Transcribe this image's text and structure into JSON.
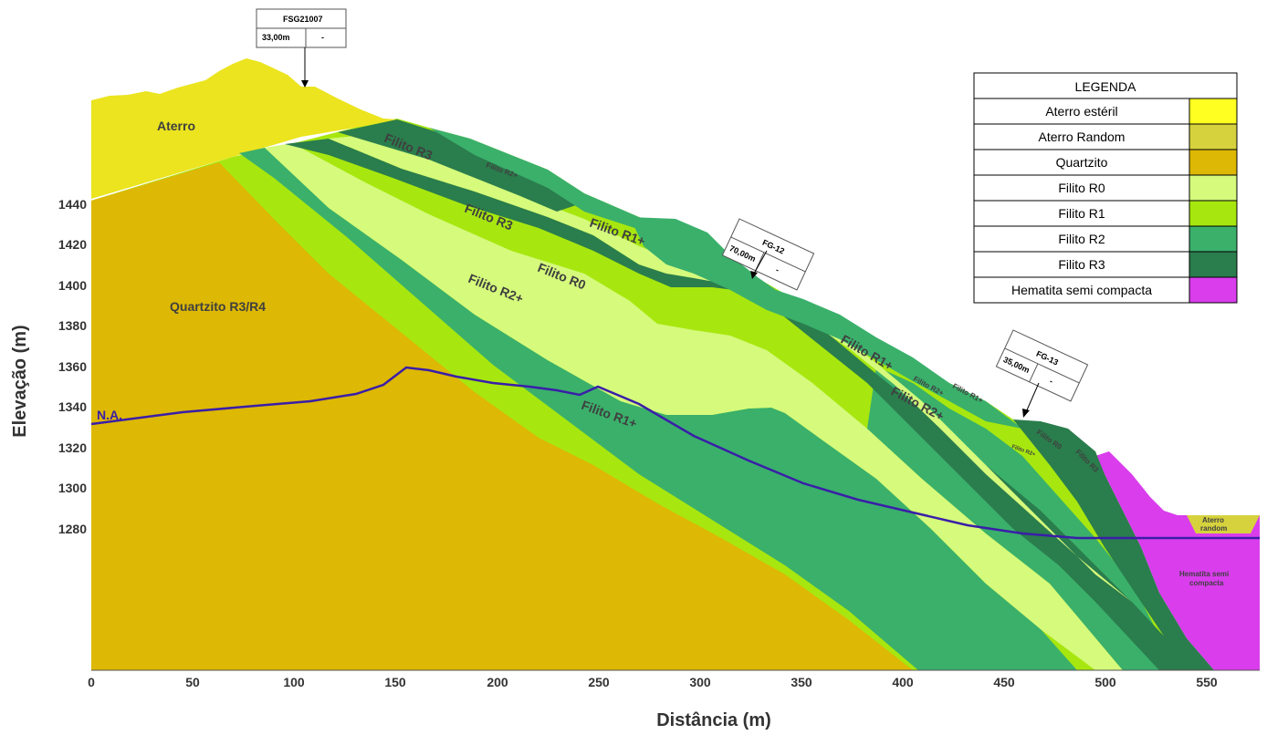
{
  "axes": {
    "x_title": "Distância (m)",
    "y_title": "Elevação (m)",
    "x_ticks": [
      "0",
      "50",
      "100",
      "150",
      "200",
      "250",
      "300",
      "350",
      "400",
      "450",
      "500",
      "550"
    ],
    "y_ticks": [
      "1440",
      "1420",
      "1400",
      "1380",
      "1360",
      "1340",
      "1320",
      "1300",
      "1280"
    ]
  },
  "units": {
    "aterro": "Aterro",
    "quartzito": "Quartzito R3/R4",
    "filito_r3_upper": "Filito R3",
    "filito_r3_mid": "Filito R3",
    "filito_r2plus_top": "Filito R2+",
    "filito_r1plus_top": "Filito R1+",
    "filito_r0": "Filito R0",
    "filito_r2plus_mid": "Filito R2+",
    "filito_r1plus_bottom": "Filito R1+",
    "filito_r1plus_right": "Filito R1+",
    "filito_r2plus_right": "Filito R2+",
    "filito_r2plus_small": "Filito R2+",
    "filito_r1plus_small": "Filito R1+",
    "filito_r0_small": "Filito R0",
    "filito_r2plus_tiny": "Filito R2+",
    "filito_r3_small": "Filito R3",
    "aterro_random_line1": "Aterro",
    "aterro_random_line2": "random",
    "hematita_line1": "Hematita semi",
    "hematita_line2": "compacta",
    "na": "N.A."
  },
  "boreholes": [
    {
      "id": "FSG21007",
      "depth": "33,00m",
      "extra": "-"
    },
    {
      "id": "FG-12",
      "depth": "70,00m",
      "extra": "-"
    },
    {
      "id": "FG-13",
      "depth": "35,00m",
      "extra": "-"
    }
  ],
  "legend": {
    "title": "LEGENDA",
    "items": [
      {
        "label": "Aterro estéril",
        "color": "#FFFF22"
      },
      {
        "label": "Aterro Random",
        "color": "#D6D23E"
      },
      {
        "label": "Quartzito",
        "color": "#DDB805"
      },
      {
        "label": "Filito R0",
        "color": "#D5FA7C"
      },
      {
        "label": "Filito R1",
        "color": "#A7E70F"
      },
      {
        "label": "Filito R2",
        "color": "#3AB06B"
      },
      {
        "label": "Filito R3",
        "color": "#2A7D4C"
      },
      {
        "label": "Hematita semi compacta",
        "color": "#D93DEC"
      }
    ]
  },
  "colors": {
    "aterro": "#EBE41F",
    "quartzito": "#DDB805",
    "filito_r0": "#D5FA7C",
    "filito_r1": "#A7E70F",
    "filito_r2": "#3AB06B",
    "filito_r3": "#2A7D4C",
    "hematita": "#D93DEC",
    "aterro_random": "#D6D23E",
    "water_table": "#3a1ea8"
  }
}
